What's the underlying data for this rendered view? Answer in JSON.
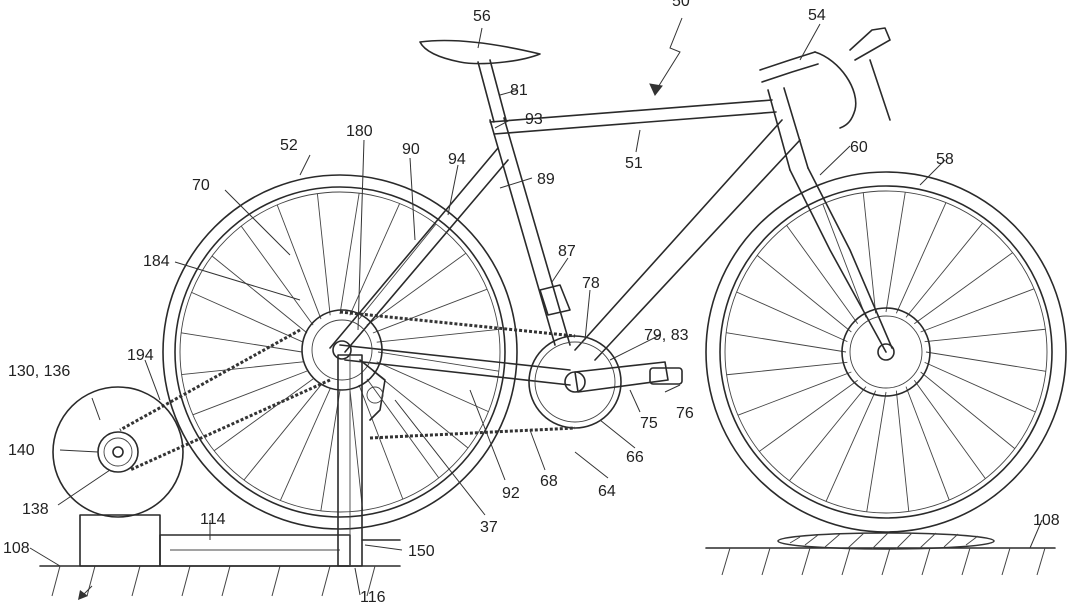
{
  "diagram": {
    "labels": [
      {
        "id": "56",
        "text": "56"
      },
      {
        "id": "50",
        "text": "50"
      },
      {
        "id": "54",
        "text": "54"
      },
      {
        "id": "81",
        "text": "81"
      },
      {
        "id": "93",
        "text": "93"
      },
      {
        "id": "51",
        "text": "51"
      },
      {
        "id": "52",
        "text": "52"
      },
      {
        "id": "180",
        "text": "180"
      },
      {
        "id": "90",
        "text": "90"
      },
      {
        "id": "94",
        "text": "94"
      },
      {
        "id": "89",
        "text": "89"
      },
      {
        "id": "60",
        "text": "60"
      },
      {
        "id": "58",
        "text": "58"
      },
      {
        "id": "70",
        "text": "70"
      },
      {
        "id": "184",
        "text": "184"
      },
      {
        "id": "87",
        "text": "87"
      },
      {
        "id": "78",
        "text": "78"
      },
      {
        "id": "79-83",
        "text": "79, 83"
      },
      {
        "id": "194",
        "text": "194"
      },
      {
        "id": "130-136",
        "text": "130, 136"
      },
      {
        "id": "140",
        "text": "140"
      },
      {
        "id": "138",
        "text": "138"
      },
      {
        "id": "75",
        "text": "75"
      },
      {
        "id": "76",
        "text": "76"
      },
      {
        "id": "66",
        "text": "66"
      },
      {
        "id": "64",
        "text": "64"
      },
      {
        "id": "68",
        "text": "68"
      },
      {
        "id": "92",
        "text": "92"
      },
      {
        "id": "37",
        "text": "37"
      },
      {
        "id": "114",
        "text": "114"
      },
      {
        "id": "150",
        "text": "150"
      },
      {
        "id": "108-left",
        "text": "108"
      },
      {
        "id": "108-right",
        "text": "108"
      },
      {
        "id": "116",
        "text": "116"
      }
    ]
  }
}
